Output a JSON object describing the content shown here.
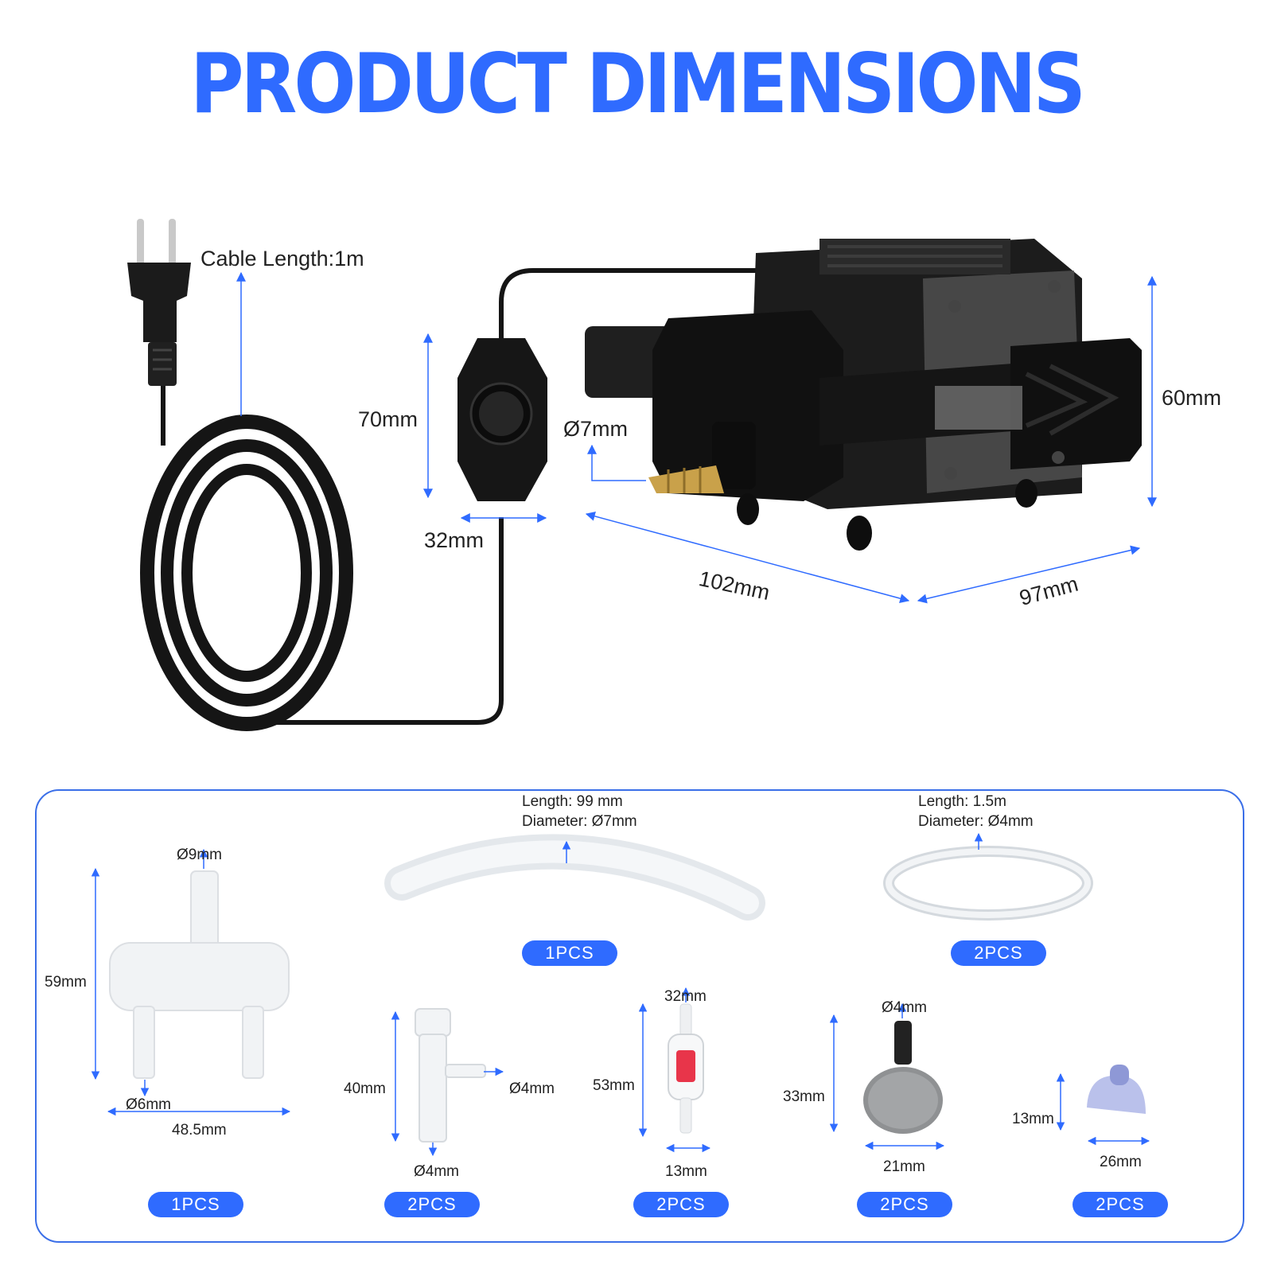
{
  "title": "PRODUCT DIMENSIONS",
  "accent_color": "#2f6bff",
  "main": {
    "cable_length": "Cable Length:1m",
    "controller_height": "70mm",
    "controller_width": "32mm",
    "outlet_diameter": "Ø7mm",
    "pump_length": "102mm",
    "pump_depth": "97mm",
    "pump_height": "60mm"
  },
  "accessories": {
    "hose": {
      "length": "Length: 99 mm",
      "diameter": "Diameter: Ø7mm",
      "qty": "1PCS"
    },
    "tubing": {
      "length": "Length: 1.5m",
      "diameter": "Diameter: Ø4mm",
      "qty": "2PCS"
    },
    "splitter": {
      "top": "Ø9mm",
      "height": "59mm",
      "bottom": "Ø6mm",
      "width": "48.5mm",
      "qty": "1PCS"
    },
    "valve": {
      "height": "40mm",
      "side": "Ø4mm",
      "bottom": "Ø4mm",
      "qty": "2PCS"
    },
    "check_valve": {
      "top": "32mm",
      "height": "53mm",
      "width": "13mm",
      "qty": "2PCS"
    },
    "air_stone": {
      "top": "Ø4mm",
      "height": "33mm",
      "width": "21mm",
      "qty": "2PCS"
    },
    "suction_cup": {
      "height": "13mm",
      "width": "26mm",
      "qty": "2PCS"
    }
  }
}
